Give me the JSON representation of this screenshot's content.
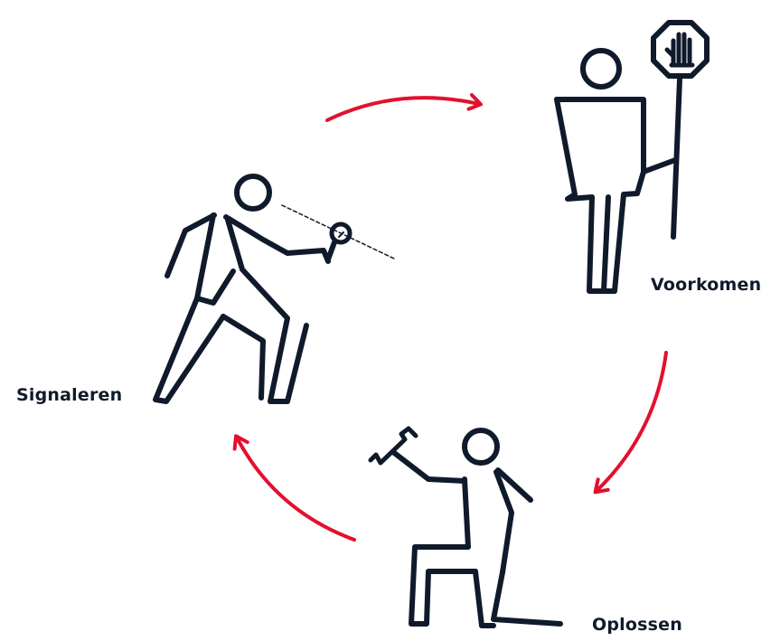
{
  "labels": {
    "signaleren": "Signaleren",
    "voorkomen": "Voorkomen",
    "oplossen": "Oplossen"
  },
  "colors": {
    "figure": "#0f1a2b",
    "arrow": "#e3102e",
    "background": "#ffffff"
  },
  "icons": {
    "signaleren": "person-with-magnifying-glass",
    "voorkomen": "person-with-stop-sign",
    "oplossen": "kneeling-person-with-wrench"
  }
}
